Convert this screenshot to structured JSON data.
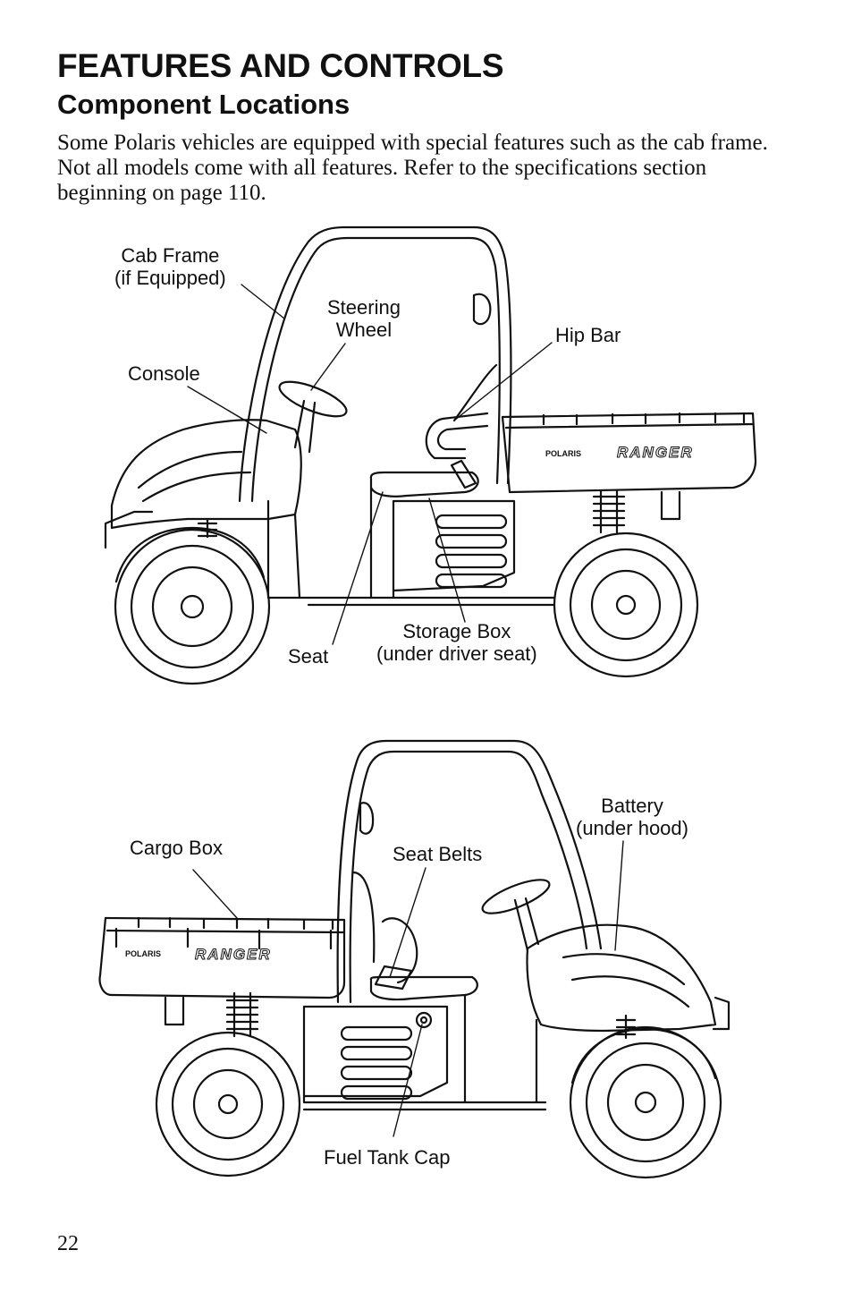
{
  "heading": {
    "title": "FEATURES AND CONTROLS",
    "subtitle": "Component Locations"
  },
  "intro": "Some Polaris vehicles are equipped with special features such as the cab frame. Not all models come with all features. Refer to the specifications section beginning on page 110.",
  "figure_top": {
    "labels": {
      "cab_frame": "Cab Frame\n(if Equipped)",
      "steering_wheel": "Steering\nWheel",
      "hip_bar": "Hip Bar",
      "console": "Console",
      "seat": "Seat",
      "storage_box": "Storage Box\n(under driver seat)"
    },
    "decal_brand": "POLARIS",
    "decal_model": "RANGER"
  },
  "figure_bottom": {
    "labels": {
      "cargo_box": "Cargo Box",
      "seat_belts": "Seat Belts",
      "battery": "Battery\n(under hood)",
      "fuel_tank_cap": "Fuel Tank Cap"
    },
    "decal_brand": "POLARIS",
    "decal_model": "RANGER"
  },
  "page_number": "22"
}
